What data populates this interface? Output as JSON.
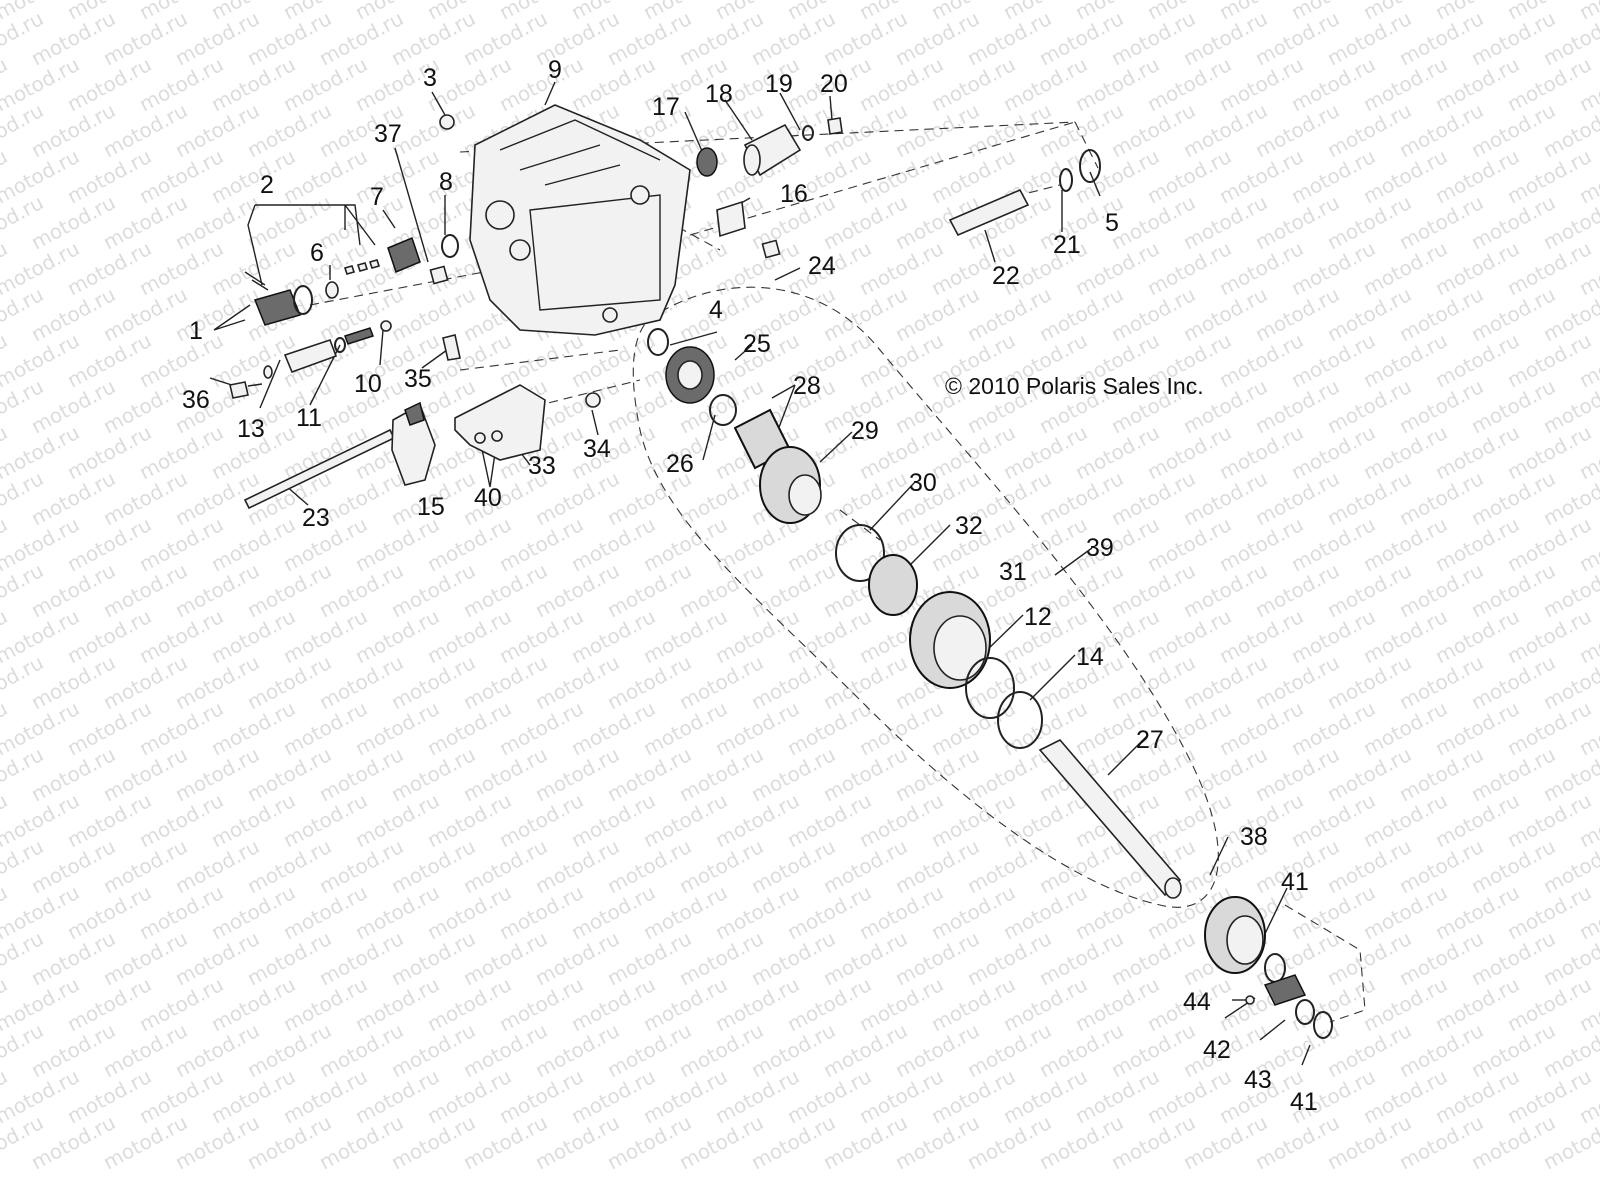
{
  "copyright": "© 2010 Polaris Sales Inc.",
  "watermark_text": "motod.ru",
  "part_numbers": [
    "1",
    "2",
    "3",
    "4",
    "5",
    "6",
    "7",
    "8",
    "9",
    "10",
    "11",
    "12",
    "13",
    "14",
    "15",
    "16",
    "17",
    "18",
    "19",
    "20",
    "21",
    "22",
    "23",
    "24",
    "25",
    "26",
    "27",
    "28",
    "29",
    "30",
    "31",
    "32",
    "33",
    "34",
    "35",
    "36",
    "37",
    "38",
    "39",
    "40",
    "41",
    "42",
    "43",
    "44"
  ],
  "colors": {
    "line": "#222222",
    "watermark": "#dcdcdc",
    "background": "#ffffff"
  }
}
